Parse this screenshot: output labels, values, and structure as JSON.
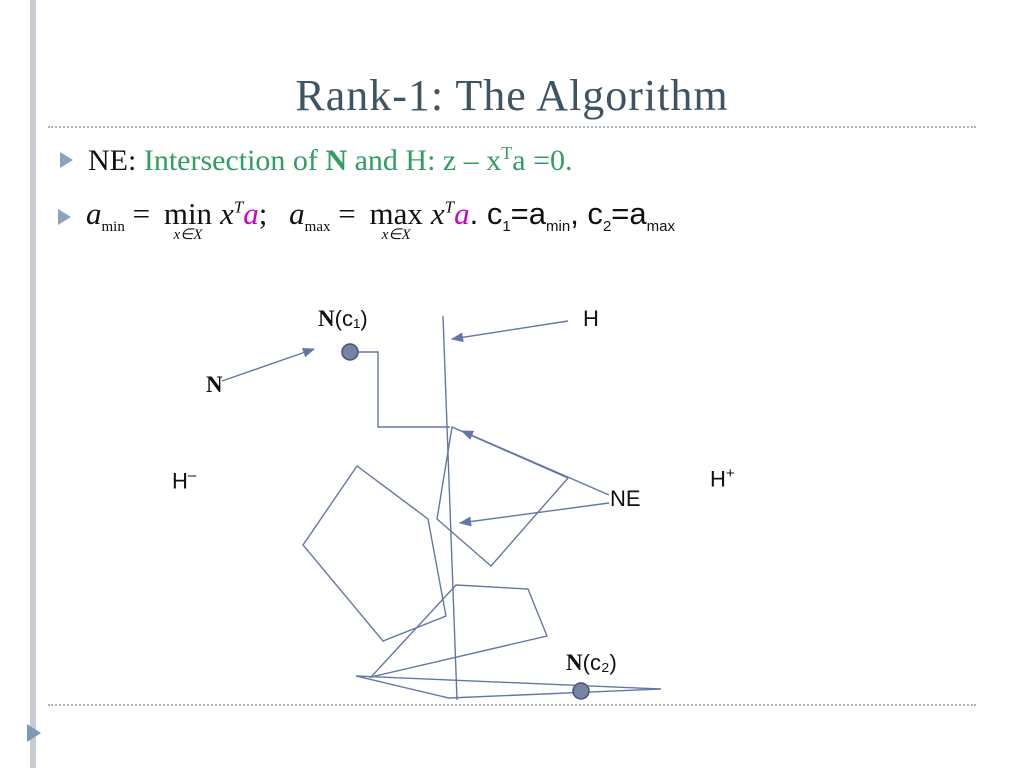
{
  "slide": {
    "title": "Rank-1: The Algorithm"
  },
  "bullets": {
    "b1": {
      "prefix": "NE: ",
      "g1": "Intersection of ",
      "n": "N",
      "g2": " and H: z – x",
      "sup_t": "T",
      "g3": "a =0."
    },
    "b2": {
      "a1": "a",
      "a1_sub": "min",
      "eq1": " = ",
      "op1": "min",
      "op1_limit": "x∈X",
      "x1": "x",
      "x1_sup": "T",
      "var1": "a",
      "sep1": "; ",
      "a2": "a",
      "a2_sub": "max",
      "eq2": " = ",
      "op2": "max",
      "op2_limit": "x∈X",
      "x2": "x",
      "x2_sup": "T",
      "var2": "a",
      "tail_start": ". c",
      "tail_c1_sub": "1",
      "tail_eq1": "=a",
      "tail_a1_sub": "min",
      "tail_comma": ", c",
      "tail_c2_sub": "2",
      "tail_eq2": "=a",
      "tail_a2_sub": "max"
    }
  },
  "diagram": {
    "labels": {
      "nc1_n": "N",
      "nc1_rest": "(c₁)",
      "h": "H",
      "n": "N",
      "h_minus_base": "H",
      "h_minus_sup": "–",
      "h_plus_base": "H",
      "h_plus_sup": "+",
      "ne": "NE",
      "nc2_n": "N",
      "nc2_rest": "(c₂)"
    }
  },
  "colors": {
    "title": "#3e5462",
    "green_text": "#2f9e5f",
    "magenta": "#cc00cc",
    "diagram_line": "#6477a4",
    "dot_fill": "#7483a6",
    "dot_stroke": "#46536f",
    "bullet_marker": "#8ba3bb",
    "dotted_rule": "#a9b5c3",
    "edge_bar": "#c7ccd3"
  }
}
